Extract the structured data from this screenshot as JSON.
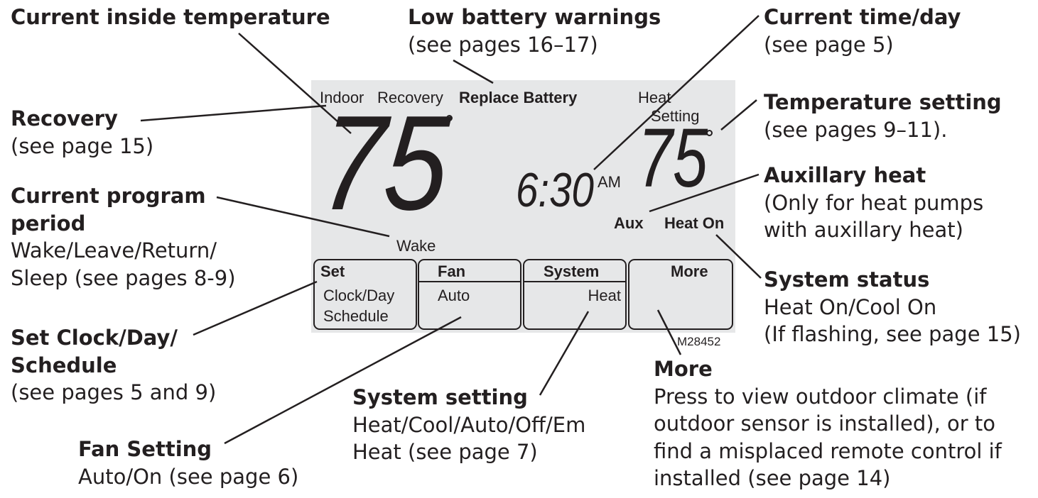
{
  "callouts": {
    "inside_temp": {
      "title": "Current inside temperature"
    },
    "low_battery": {
      "title": "Low battery warnings",
      "desc": "(see pages 16–17)"
    },
    "time_day": {
      "title": "Current time/day",
      "desc": "(see page 5)"
    },
    "recovery": {
      "title": "Recovery",
      "desc": "(see page 15)"
    },
    "temp_setting": {
      "title": "Temperature setting",
      "desc": "(see pages 9–11)."
    },
    "program_period": {
      "title": "Current program period",
      "desc1": "Wake/Leave/Return/",
      "desc2": "Sleep (see pages 8-9)"
    },
    "aux_heat": {
      "title": "Auxillary heat",
      "desc1": "(Only for heat pumps",
      "desc2": "with auxillary heat)"
    },
    "system_status": {
      "title": "System status",
      "desc1": "Heat On/Cool On",
      "desc2": "(If flashing, see page 15)"
    },
    "set_clock": {
      "title1": "Set Clock/Day/",
      "title2": "Schedule",
      "desc": "(see pages 5 and 9)"
    },
    "more": {
      "title": "More",
      "desc1": "Press to view outdoor climate (if",
      "desc2": "outdoor sensor is installed), or to",
      "desc3": "find a misplaced remote control if",
      "desc4": "installed (see page 14)"
    },
    "system_setting": {
      "title": "System setting",
      "desc1": "Heat/Cool/Auto/Off/Em",
      "desc2": "Heat (see page 7)"
    },
    "fan_setting": {
      "title": "Fan Setting",
      "desc": "Auto/On (see page 6)"
    }
  },
  "display": {
    "indoor_label": "Indoor",
    "recovery_label": "Recovery",
    "replace_battery": "Replace Battery",
    "heat_label": "Heat",
    "setting_label": "Setting",
    "indoor_temp": "75",
    "set_temp": "75",
    "time": "6:30",
    "am_pm": "AM",
    "aux": "Aux",
    "heat_on": "Heat On",
    "period": "Wake",
    "buttons": {
      "set": {
        "label": "Set",
        "line1": "Clock/Day",
        "line2": "Schedule"
      },
      "fan": {
        "label": "Fan",
        "value": "Auto"
      },
      "system": {
        "label": "System",
        "value": "Heat"
      },
      "more": {
        "label": "More"
      }
    }
  },
  "figure_id": "M28452"
}
